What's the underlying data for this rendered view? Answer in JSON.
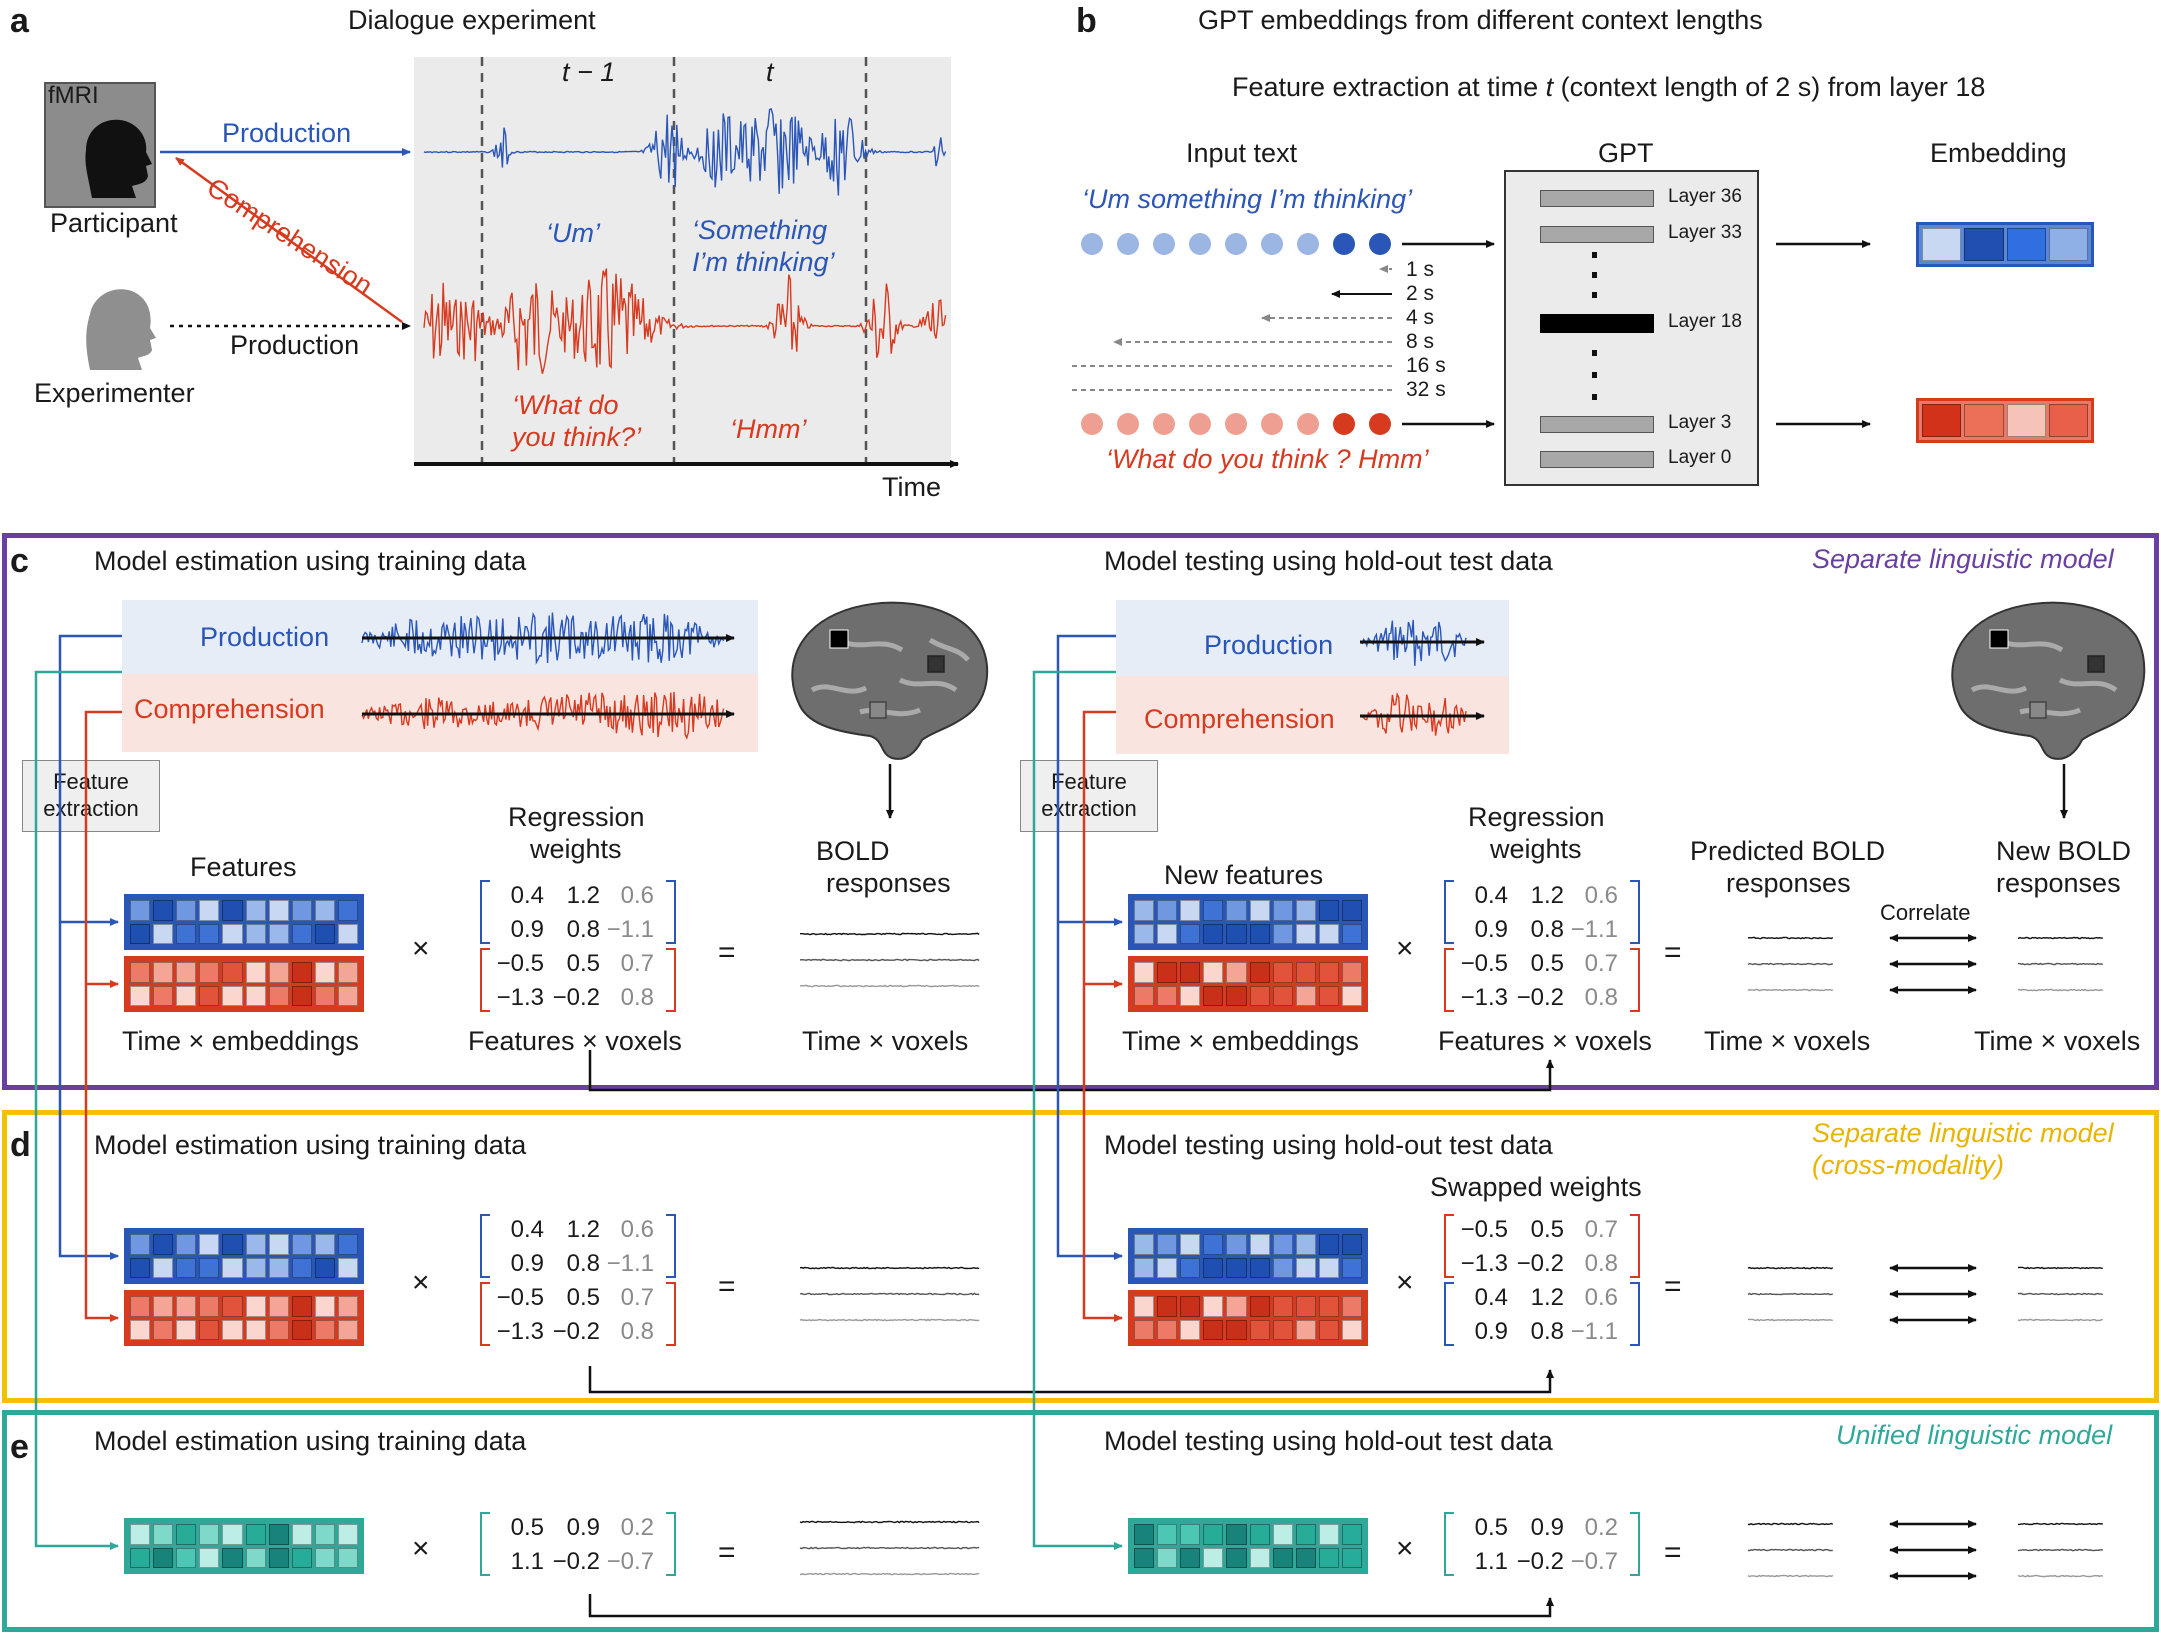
{
  "panel_a": {
    "label": "a",
    "title": "Dialogue experiment",
    "fmri": "fMRI",
    "participant": "Participant",
    "experimenter": "Experimenter",
    "production_top": "Production",
    "comprehension": "Comprehension",
    "production_bottom": "Production",
    "t_minus_1": "t − 1",
    "t": "t",
    "um": "‘Um’",
    "something_1": "‘Something",
    "something_2": "I’m thinking’",
    "what_do_1": "‘What do",
    "what_do_2": "you think?’",
    "hmm": "‘Hmm’",
    "time": "Time"
  },
  "panel_b": {
    "label": "b",
    "title": "GPT embeddings from different context lengths",
    "subtitle_pre": "Feature extraction at time ",
    "subtitle_t": "t",
    "subtitle_post": " (context length of 2 s) from layer 18",
    "input_text": "Input text",
    "gpt": "GPT",
    "embedding": "Embedding",
    "blue_sentence": "‘Um something I’m thinking’",
    "red_sentence": "‘What do you think ? Hmm’",
    "contexts": [
      "1 s",
      "2 s",
      "4 s",
      "8 s",
      "16 s",
      "32 s"
    ],
    "layers": [
      "Layer 36",
      "Layer 33",
      "Layer 18",
      "Layer 3",
      "Layer 0"
    ]
  },
  "panel_c": {
    "label": "c",
    "left_title": "Model estimation using training data",
    "right_title": "Model testing using hold-out test data",
    "model_name": "Separate linguistic model",
    "production": "Production",
    "comprehension": "Comprehension",
    "feature_extraction_1": "Feature",
    "feature_extraction_2": "extraction",
    "features": "Features",
    "new_features": "New features",
    "regression_1": "Regression",
    "regression_2": "weights",
    "bold_1": "BOLD",
    "bold_2": "responses",
    "pred_bold_1": "Predicted BOLD",
    "pred_bold_2": "responses",
    "new_bold_1": "New BOLD",
    "new_bold_2": "responses",
    "correlate": "Correlate",
    "time_emb": "Time × embeddings",
    "feat_vox": "Features × voxels",
    "time_vox": "Time × voxels",
    "times": "×",
    "equals": "="
  },
  "panel_d": {
    "label": "d",
    "left_title": "Model estimation using training data",
    "right_title": "Model testing using hold-out test data",
    "model_name_1": "Separate linguistic model",
    "model_name_2": "(cross-modality)",
    "swapped": "Swapped weights"
  },
  "panel_e": {
    "label": "e",
    "left_title": "Model estimation using training data",
    "right_title": "Model testing using hold-out test data",
    "model_name": "Unified linguistic model"
  },
  "weights_separate": [
    [
      "0.4",
      "1.2",
      "0.6"
    ],
    [
      "0.9",
      "0.8",
      "−1.1"
    ],
    [
      "−0.5",
      "0.5",
      "0.7"
    ],
    [
      "−1.3",
      "−0.2",
      "0.8"
    ]
  ],
  "weights_swapped": [
    [
      "−0.5",
      "0.5",
      "0.7"
    ],
    [
      "−1.3",
      "−0.2",
      "0.8"
    ],
    [
      "0.4",
      "1.2",
      "0.6"
    ],
    [
      "0.9",
      "0.8",
      "−1.1"
    ]
  ],
  "weights_unified": [
    [
      "0.5",
      "0.9",
      "0.2"
    ],
    [
      "1.1",
      "−0.2",
      "−0.7"
    ]
  ],
  "colors": {
    "blue": "#2a56b8",
    "red": "#d63a1f",
    "purple": "#6a3fa3",
    "gold": "#f2c200",
    "teal": "#2fa89a"
  }
}
